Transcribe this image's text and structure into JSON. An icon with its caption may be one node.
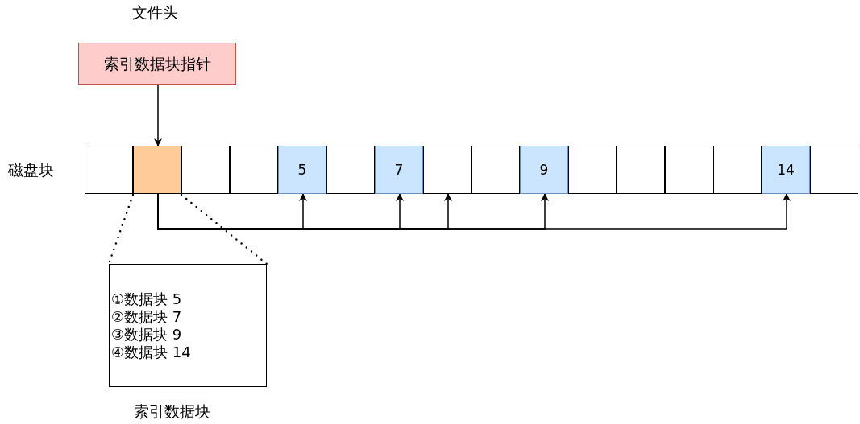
{
  "diagram": {
    "nodes": [
      {
        "text": [
          "文件头",
          "索引数据块指针"
        ]
      },
      {
        "text": [],
        "shape": "box"
      },
      {
        "text": [],
        "shape": "box"
      },
      {
        "text": [],
        "shape": "box"
      },
      {
        "text": [],
        "shape": "box"
      },
      {
        "text": [
          "5"
        ]
      },
      {
        "text": [],
        "shape": "box"
      },
      {
        "text": [
          "7"
        ]
      },
      {
        "text": [],
        "shape": "box"
      },
      {
        "text": [],
        "shape": "box"
      },
      {
        "text": [
          "9"
        ]
      },
      {
        "text": [],
        "shape": "box"
      },
      {
        "text": [],
        "shape": "box"
      },
      {
        "text": [],
        "shape": "box"
      },
      {
        "text": [],
        "shape": "box"
      },
      {
        "text": [
          "14"
        ]
      },
      {
        "text": [],
        "shape": "box"
      },
      {
        "text": [
          "①数据块 5",
          "②数据块 7",
          "③数据块 9",
          "④数据块 14"
        ],
        "beside": [
          "索引数据块"
        ]
      }
    ],
    "edges": [
      {
        "from": 0,
        "to": 2,
        "arrow": "to"
      },
      {
        "from": 2,
        "to": 5,
        "arrow": "to"
      },
      {
        "from": 2,
        "to": 7,
        "arrow": "to"
      },
      {
        "from": 2,
        "to": 8,
        "arrow": "to"
      },
      {
        "from": 2,
        "to": 10,
        "arrow": "to"
      },
      {
        "from": 2,
        "to": 15,
        "arrow": "to"
      },
      {
        "from": 2,
        "to": 17,
        "arrow": "none",
        "style": "dashed"
      },
      {
        "from": 2,
        "to": 17,
        "arrow": "none",
        "style": "dashed"
      }
    ],
    "labels": [
      "磁盘块"
    ]
  }
}
